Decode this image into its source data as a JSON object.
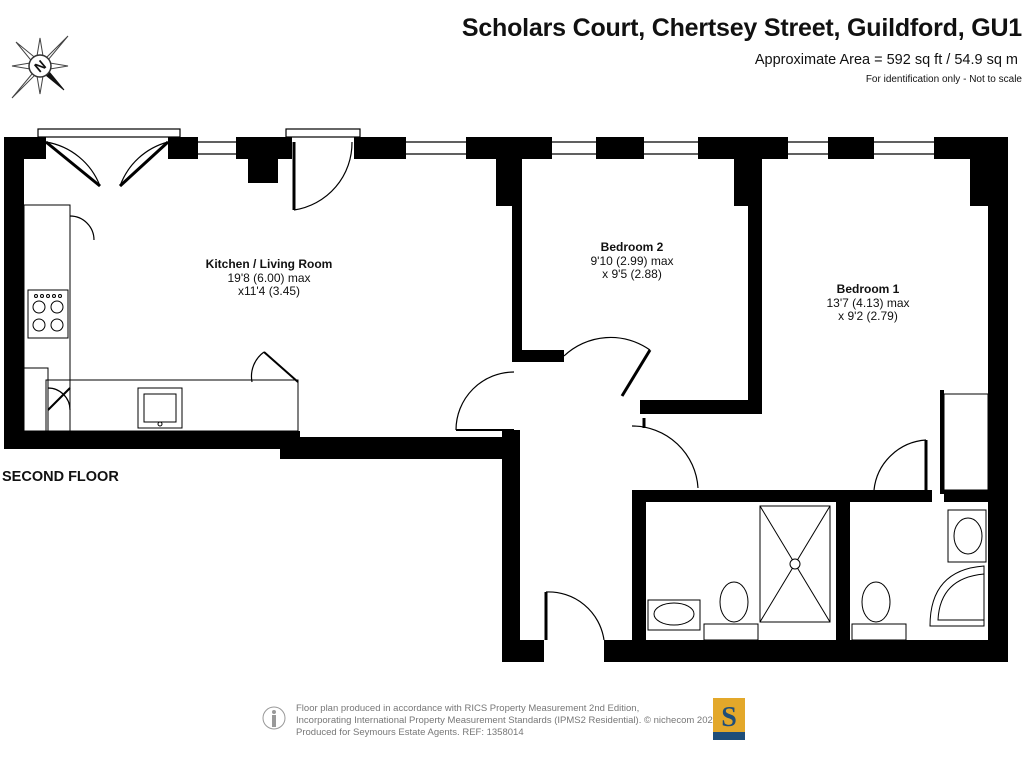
{
  "header": {
    "title": "Scholars Court, Chertsey Street, Guildford, GU1",
    "area": "Approximate Area = 592 sq ft / 54.9 sq m",
    "note": "For identification only - Not to scale"
  },
  "compass": {
    "letter": "N"
  },
  "floor_label": "SECOND FLOOR",
  "rooms": {
    "kitchen": {
      "name": "Kitchen / Living Room",
      "dim1": "19'8 (6.00) max",
      "dim2": "x11'4 (3.45)"
    },
    "bedroom2": {
      "name": "Bedroom 2",
      "dim1": "9'10 (2.99) max",
      "dim2": "x 9'5 (2.88)"
    },
    "bedroom1": {
      "name": "Bedroom 1",
      "dim1": "13'7 (4.13) max",
      "dim2": "x 9'2 (2.79)"
    }
  },
  "footer": {
    "line1": "Floor plan produced in accordance with RICS Property Measurement 2nd Edition,",
    "line2": "Incorporating International Property Measurement Standards (IPMS2 Residential).  © nichecom 2025.",
    "line3": "Produced for Seymours Estate Agents.   REF: 1358014",
    "logo_letter": "S"
  },
  "colors": {
    "wall": "#000000",
    "logo_blue": "#1f4e79",
    "logo_gold": "#e3a82a"
  }
}
